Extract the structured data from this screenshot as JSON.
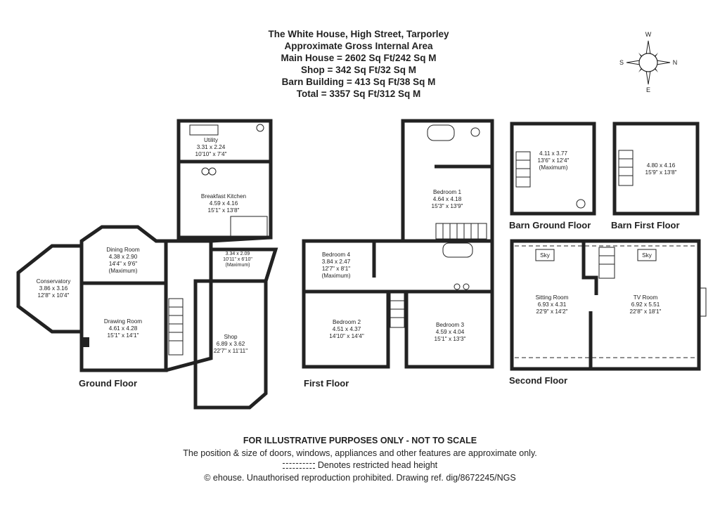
{
  "header": {
    "title": "The White House, High Street, Tarporley",
    "subtitle": "Approximate Gross Internal Area",
    "main_house": "Main House = 2602 Sq Ft/242 Sq M",
    "shop": "Shop = 342 Sq Ft/32 Sq M",
    "barn": "Barn Building = 413 Sq Ft/38 Sq M",
    "total": "Total = 3357 Sq Ft/312 Sq M"
  },
  "compass": {
    "w": "W",
    "s": "S",
    "n": "N",
    "e": "E"
  },
  "floors": {
    "ground": "Ground Floor",
    "first": "First Floor",
    "second": "Second Floor",
    "barn_ground": "Barn Ground Floor",
    "barn_first": "Barn First Floor"
  },
  "rooms": {
    "utility": [
      "Utility",
      "3.31 x 2.24",
      "10'10\" x 7'4\""
    ],
    "breakfast_kitchen": [
      "Breakfast Kitchen",
      "4.59 x 4.16",
      "15'1\" x 13'8\""
    ],
    "dining_room": [
      "Dining Room",
      "4.38 x 2.90",
      "14'4\" x 9'6\"",
      "(Maximum)"
    ],
    "conservatory": [
      "Conservatory",
      "3.86 x 3.16",
      "12'8\" x 10'4\""
    ],
    "drawing_room": [
      "Drawing Room",
      "4.61 x 4.28",
      "15'1\" x 14'1\""
    ],
    "shop_store": [
      "3.34 x 2.09",
      "10'11\" x 6'10\"",
      "(Maximum)"
    ],
    "shop": [
      "Shop",
      "6.89 x 3.62",
      "22'7\" x 11'11\""
    ],
    "bedroom1": [
      "Bedroom 1",
      "4.64 x 4.18",
      "15'3\" x 13'9\""
    ],
    "bedroom4": [
      "Bedroom 4",
      "3.84 x 2.47",
      "12'7\" x 8'1\"",
      "(Maximum)"
    ],
    "bedroom2": [
      "Bedroom 2",
      "4.51 x 4.37",
      "14'10\" x 14'4\""
    ],
    "bedroom3": [
      "Bedroom 3",
      "4.59 x 4.04",
      "15'1\" x 13'3\""
    ],
    "barn_ground": [
      "4.11 x 3.77",
      "13'6\" x 12'4\"",
      "(Maximum)"
    ],
    "barn_first": [
      "4.80 x 4.16",
      "15'9\" x 13'8\""
    ],
    "sitting_room": [
      "Sitting Room",
      "6.93 x 4.31",
      "22'9\" x 14'2\""
    ],
    "tv_room": [
      "TV Room",
      "6.92 x 5.51",
      "22'8\" x 18'1\""
    ],
    "sky1": "Sky",
    "sky2": "Sky"
  },
  "footer": {
    "disclaimer": "FOR ILLUSTRATIVE PURPOSES ONLY - NOT TO SCALE",
    "note": "The position & size of doors, windows, appliances and other features are approximate only.",
    "legend": "Denotes restricted head height",
    "copyright": "© ehouse. Unauthorised reproduction prohibited. Drawing ref. dig/8672245/NGS"
  }
}
